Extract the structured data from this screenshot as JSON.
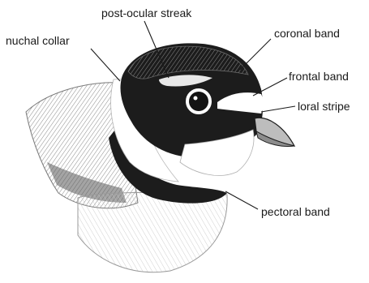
{
  "labels": {
    "post_ocular_streak": "post-ocular streak",
    "nuchal_collar": "nuchal collar",
    "coronal_band": "coronal band",
    "frontal_band": "frontal band",
    "loral_stripe": "loral stripe",
    "pectoral_band": "pectoral band"
  },
  "colors": {
    "ink": "#1a1a1a",
    "plumage_dark": "#1c1c1c",
    "plumage_mid": "#8a8a8a",
    "plumage_light": "#cfcfcf",
    "background": "#ffffff"
  }
}
